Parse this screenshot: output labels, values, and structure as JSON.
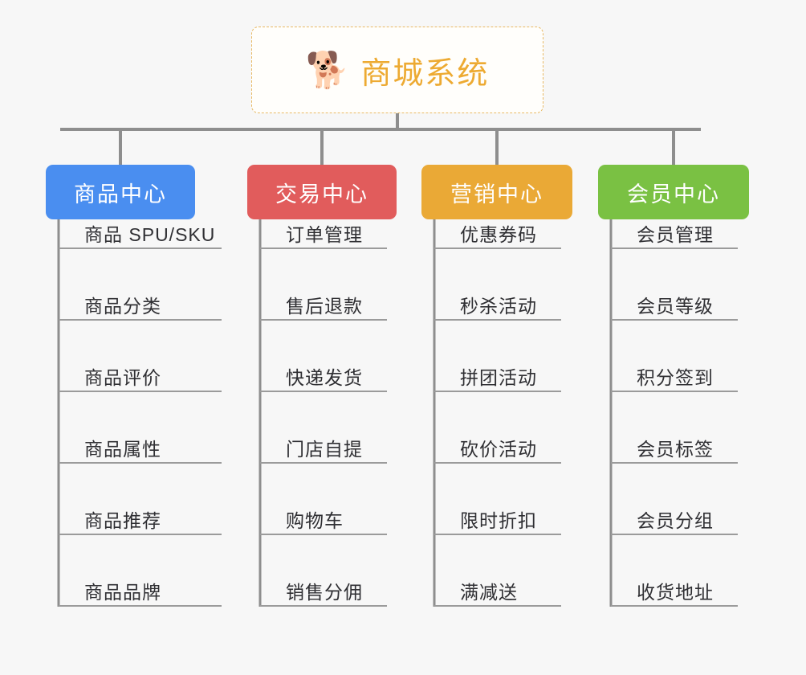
{
  "diagram": {
    "type": "organization-chart",
    "background_color": "#f7f7f7",
    "root": {
      "icon": "shiba-dog-face-icon",
      "emoji": "🐕",
      "title": "商城系统",
      "text_color": "#edaa32",
      "border_color": "#e8b964",
      "fill_color": "#fffefb"
    },
    "connector_color": "#8e8e8e",
    "branches": [
      {
        "label": "商品中心",
        "color": "#4a8ef0",
        "items": [
          "商品 SPU/SKU",
          "商品分类",
          "商品评价",
          "商品属性",
          "商品推荐",
          "商品品牌"
        ]
      },
      {
        "label": "交易中心",
        "color": "#e15c5c",
        "items": [
          "订单管理",
          "售后退款",
          "快递发货",
          "门店自提",
          "购物车",
          "销售分佣"
        ]
      },
      {
        "label": "营销中心",
        "color": "#eaa936",
        "items": [
          "优惠券码",
          "秒杀活动",
          "拼团活动",
          "砍价活动",
          "限时折扣",
          "满减送"
        ]
      },
      {
        "label": "会员中心",
        "color": "#77c council"
      }
    ]
  }
}
